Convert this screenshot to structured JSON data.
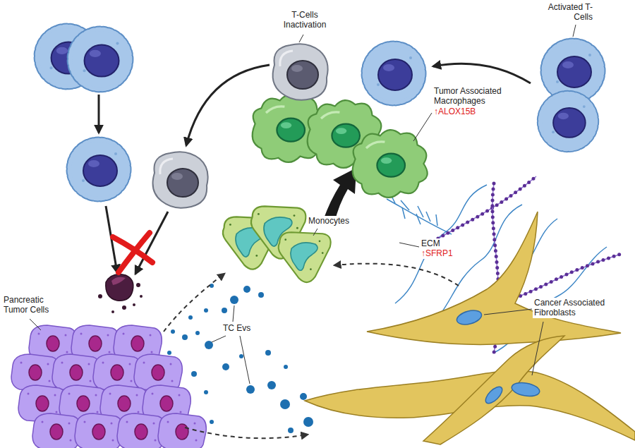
{
  "diagram": {
    "labels": [
      "T-Cells Inactivation",
      "Activated T-Cells",
      "Tumor Associated Macrophages",
      "↑ALOX15B",
      "Monocytes",
      "ECM",
      "↑SFRP1",
      "Cancer Associated Fibroblasts",
      "Pancreatic Tumor Cells",
      "TC Evs"
    ]
  }
}
